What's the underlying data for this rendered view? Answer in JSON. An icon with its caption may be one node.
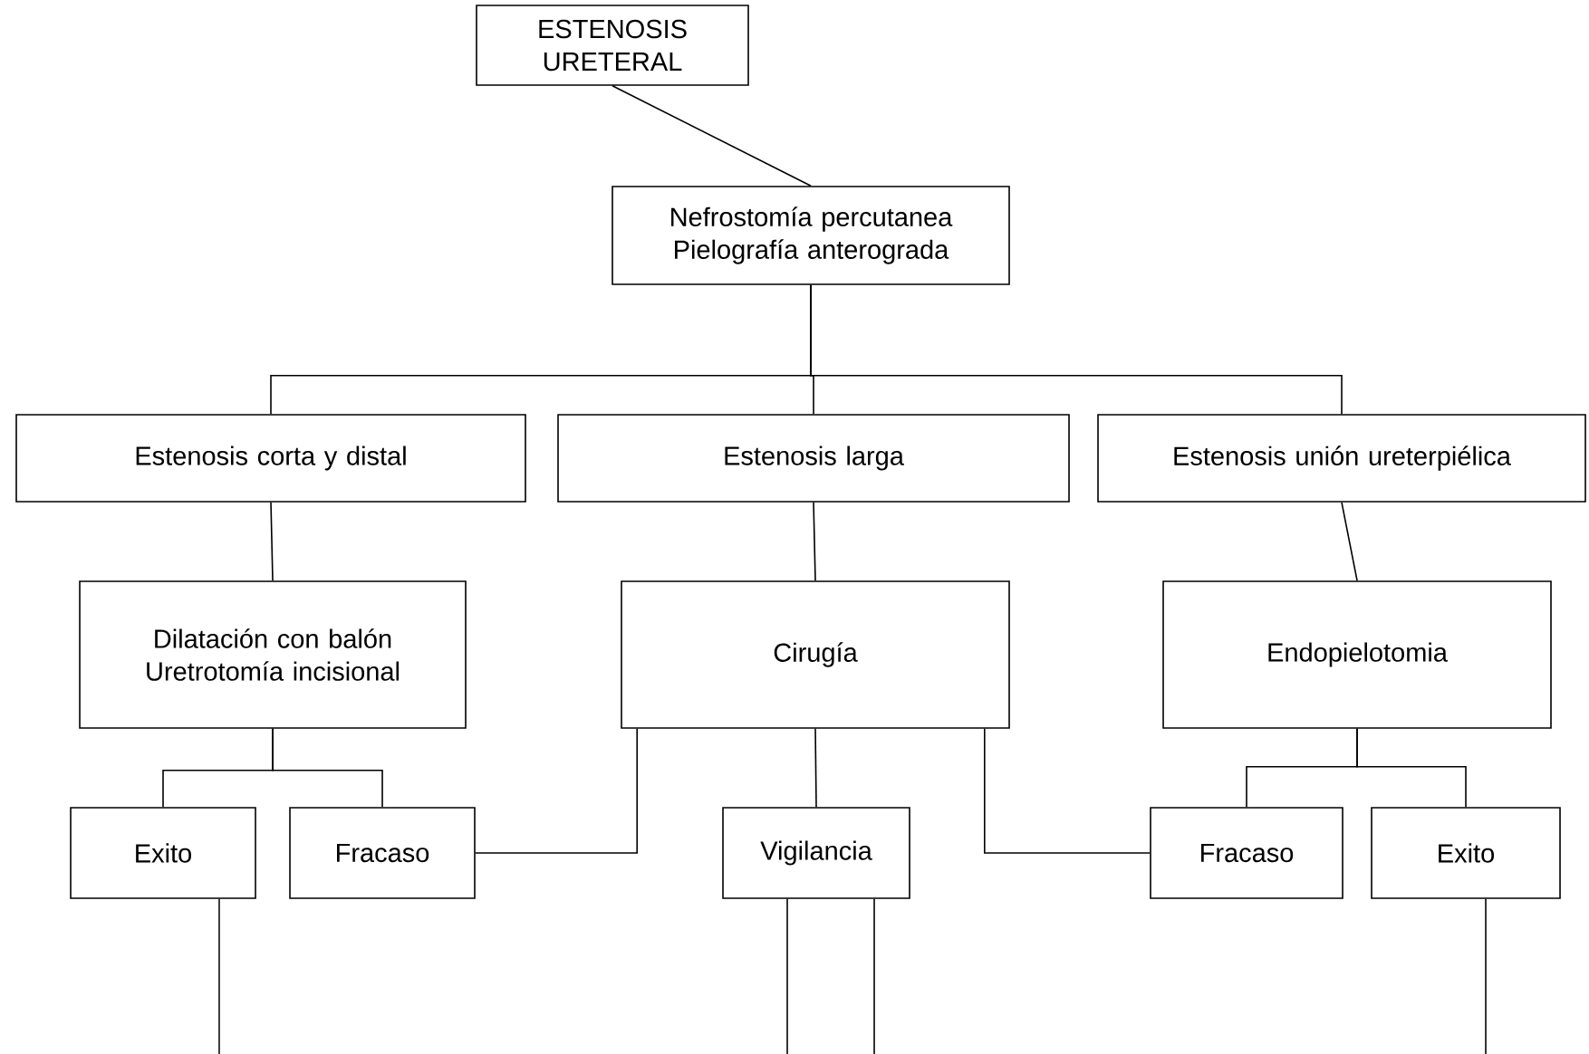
{
  "diagram": {
    "nodes": [
      {
        "text": [
          "ESTENOSIS URETERAL"
        ]
      },
      {
        "text": [
          "Nefrostomía percutanea Pielografía anterograda"
        ]
      },
      {
        "text": [
          "Estenosis corta y distal"
        ]
      },
      {
        "text": [
          "Estenosis larga"
        ]
      },
      {
        "text": [
          "Estenosis unión ureterpiélica"
        ]
      },
      {
        "text": [
          "Dilatación con balón Uretrotomía incisional"
        ]
      },
      {
        "text": [
          "Cirugía"
        ]
      },
      {
        "text": [
          "Endopielotomia"
        ]
      },
      {
        "text": [
          "Exito"
        ]
      },
      {
        "text": [
          "Fracaso"
        ]
      },
      {
        "text": [
          "Vigilancia"
        ]
      },
      {
        "text": [
          "Fracaso"
        ]
      },
      {
        "text": [
          "Exito"
        ]
      }
    ],
    "edges": [
      {
        "from": 0,
        "to": 1,
        "arrow": "none"
      },
      {
        "from": 1,
        "to": 2,
        "arrow": "none"
      },
      {
        "from": 1,
        "to": 3,
        "arrow": "none"
      },
      {
        "from": 1,
        "to": 4,
        "arrow": "none"
      },
      {
        "from": 2,
        "to": 5,
        "arrow": "none"
      },
      {
        "from": 3,
        "to": 6,
        "arrow": "none"
      },
      {
        "from": 4,
        "to": 7,
        "arrow": "none"
      },
      {
        "from": 5,
        "to": 8,
        "arrow": "none"
      },
      {
        "from": 5,
        "to": 9,
        "arrow": "none"
      },
      {
        "from": 6,
        "to": 9,
        "arrow": "none"
      },
      {
        "from": 6,
        "to": 10,
        "arrow": "none"
      },
      {
        "from": 6,
        "to": 11,
        "arrow": "none"
      },
      {
        "from": 7,
        "to": 11,
        "arrow": "none"
      },
      {
        "from": 7,
        "to": 12,
        "arrow": "none"
      },
      {
        "from": 8,
        "to": null,
        "arrow": "none"
      },
      {
        "from": 10,
        "to": null,
        "arrow": "none"
      },
      {
        "from": 10,
        "to": null,
        "arrow": "none"
      },
      {
        "from": 12,
        "to": null,
        "arrow": "none"
      }
    ]
  }
}
